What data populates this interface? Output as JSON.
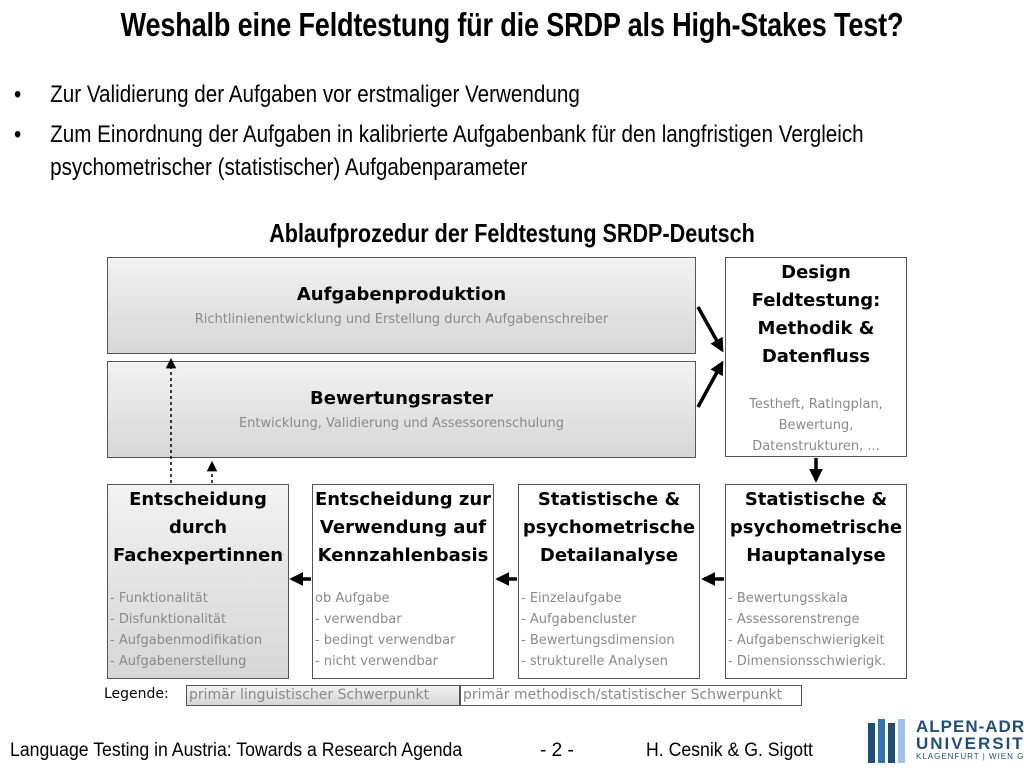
{
  "slide": {
    "title": "Weshalb eine Feldtestung für die SRDP als High-Stakes Test?",
    "bullets": [
      {
        "marker": "•",
        "lines": [
          "Zur Validierung der Aufgaben vor erstmaliger Verwendung"
        ]
      },
      {
        "marker": "•",
        "lines": [
          "Zum Einordnung der Aufgaben in kalibrierte Aufgabenbank für den langfristigen Vergleich",
          "psychometrischer (statistischer) Aufgabenparameter"
        ]
      }
    ]
  },
  "diagram": {
    "title": "Ablaufprozedur der Feldtestung SRDP-Deutsch",
    "aufgabenproduktion": {
      "title": "Aufgabenproduktion",
      "subtitle": "Richtlinienentwicklung und Erstellung durch Aufgabenschreiber"
    },
    "bewertungsraster": {
      "title": "Bewertungsraster",
      "subtitle": "Entwicklung, Validierung und Assessorenschulung"
    },
    "design": {
      "title_lines": [
        "Design",
        "Feldtestung:",
        "Methodik &",
        "Datenfluss"
      ],
      "detail_lines": [
        "Testheft, Ratingplan,",
        "Bewertung,",
        "Datenstrukturen, ..."
      ]
    },
    "bottom_boxes": [
      {
        "title_lines": [
          "Entscheidung",
          "durch",
          "Fachexpertinnen"
        ],
        "items": [
          "- Funktionalität",
          "- Disfunktionalität",
          "- Aufgabenmodifikation",
          "- Aufgabenerstellung"
        ]
      },
      {
        "title_lines": [
          "Entscheidung zur",
          "Verwendung auf",
          "Kennzahlenbasis"
        ],
        "items": [
          "ob Aufgabe",
          "- verwendbar",
          "- bedingt verwendbar",
          "- nicht verwendbar"
        ]
      },
      {
        "title_lines": [
          "Statistische &",
          "psychometrische",
          "Detailanalyse"
        ],
        "items": [
          "- Einzelaufgabe",
          "- Aufgabencluster",
          "- Bewertungsdimension",
          "- strukturelle Analysen"
        ]
      },
      {
        "title_lines": [
          "Statistische &",
          "psychometrische",
          "Hauptanalyse"
        ],
        "items": [
          "- Bewertungsskala",
          "- Assessorenstrenge",
          "- Aufgabenschwierigkeit",
          "- Dimensionsschwierigk."
        ]
      }
    ],
    "legend": {
      "label": "Legende:",
      "linguistic": "primär linguistischer Schwerpunkt",
      "methodical": "primär methodisch/statistischer Schwerpunkt"
    }
  },
  "footer": {
    "left": "Language Testing in Austria: Towards a Research Agenda",
    "page": "- 2 -",
    "authors": "H. Cesnik & G. Sigott"
  },
  "logo": {
    "line1": "ALPEN-ADRIA",
    "line2": "UNIVERSITÄT",
    "line3": "KLAGENFURT | WIEN GRAZ",
    "color": "#1f4e79"
  }
}
